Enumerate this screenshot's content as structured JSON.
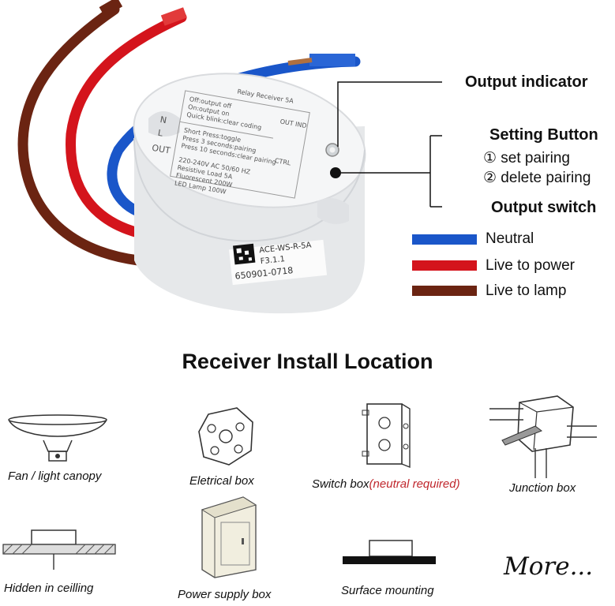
{
  "product": {
    "face_line1": "Relay Receiver 5A",
    "face_line2": "Off:output off",
    "face_line3": "On:output on",
    "face_line4": "Quick blink:clear coding",
    "face_line5": "Short Press:toggle",
    "face_line6": "Press 3 seconds:pairing",
    "face_line7": "Press 10 seconds:clear pairing",
    "face_out_ind": "OUT IND",
    "face_ctrl": "CTRL",
    "face_rating1": "220-240V AC 50/60 HZ",
    "face_rating2": "Resistive Load 5A",
    "face_rating3": "Fluorescent    200W",
    "face_rating4": "LED Lamp    100W",
    "terminal_n": "N",
    "terminal_l": "L",
    "terminal_out": "OUT",
    "model": "ACE-WS-R-5A",
    "version": "F3.1.1",
    "serial": "650901-0718"
  },
  "callouts": {
    "output_indicator": "Output indicator",
    "setting_button": "Setting Button",
    "set_pairing": "① set pairing",
    "delete_pairing": "② delete pairing",
    "output_switch": "Output switch"
  },
  "legend": [
    {
      "label": "Neutral",
      "color": "#1a56c9"
    },
    {
      "label": "Live to power",
      "color": "#d4141c"
    },
    {
      "label": "Live to lamp",
      "color": "#6b2412"
    }
  ],
  "section_title": "Receiver Install Location",
  "locations": {
    "fan_canopy": "Fan / light canopy",
    "electrical_box": "Eletrical box",
    "switch_box": "Switch box",
    "switch_box_note": "(neutral required)",
    "junction_box": "Junction box",
    "hidden_ceiling": "Hidden in ceilling",
    "power_supply_box": "Power supply box",
    "surface_mounting": "Surface mounting",
    "more": "More..."
  }
}
